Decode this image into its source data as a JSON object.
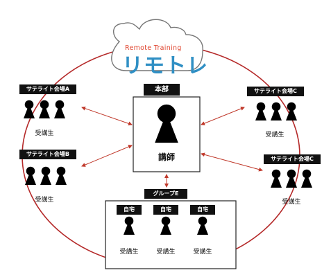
{
  "logo": {
    "title": "Remote Training",
    "main": "リモトレ"
  },
  "headquarters": {
    "label": "本部",
    "role": "講師"
  },
  "satellites": [
    {
      "label": "サテライト会場A",
      "caption": "受講生"
    },
    {
      "label": "サテライト会場B",
      "caption": "受講生"
    },
    {
      "label": "サテライト会場C",
      "caption": "受講生"
    },
    {
      "label": "サテライト会場C",
      "caption": "受講生"
    }
  ],
  "group": {
    "label": "グループE",
    "members": [
      {
        "label": "自宅",
        "caption": "受講生"
      },
      {
        "label": "自宅",
        "caption": "受講生"
      },
      {
        "label": "自宅",
        "caption": "受講生"
      }
    ]
  },
  "colors": {
    "ring": "#b52a2a",
    "arrow": "#c0392b",
    "logo_text": "#2f8fc4",
    "logo_title": "#e0452f",
    "label_bg": "#111111"
  }
}
